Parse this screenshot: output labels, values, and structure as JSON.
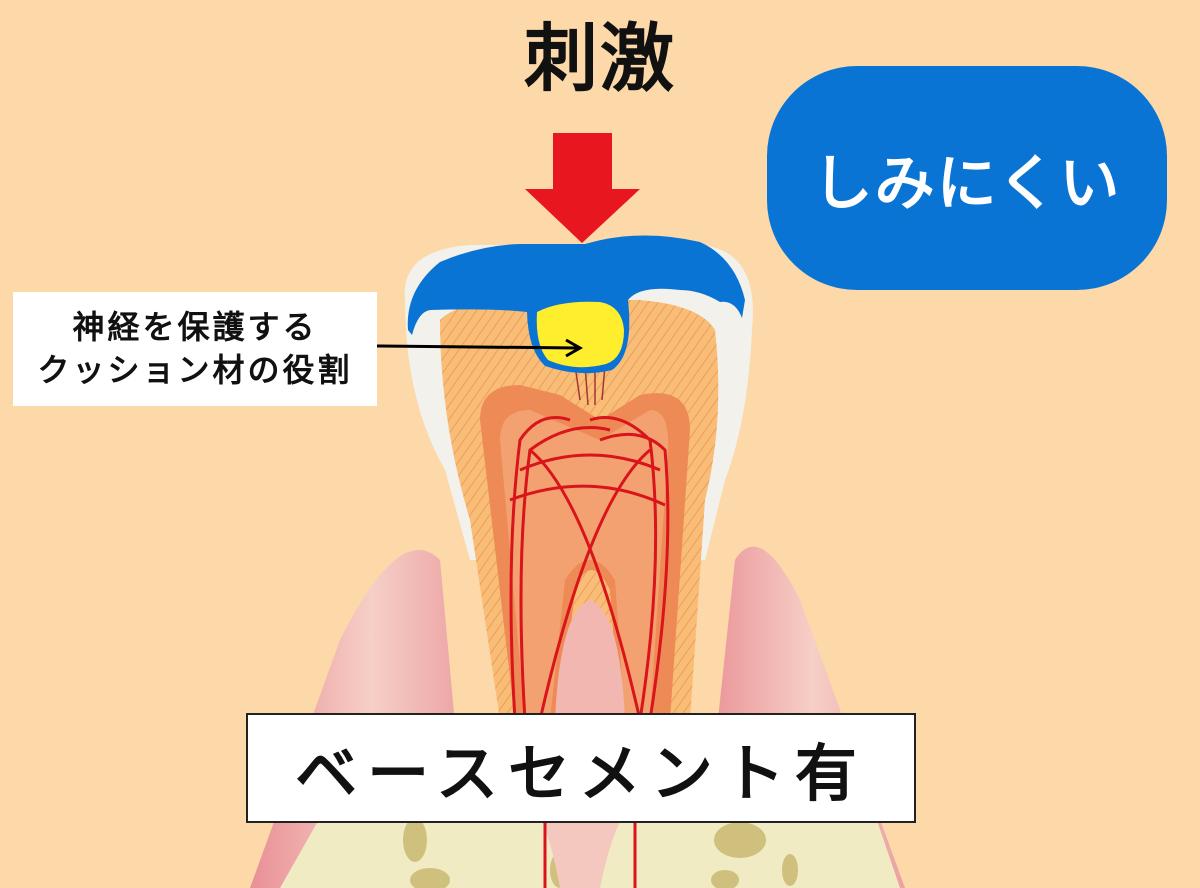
{
  "title": "刺激",
  "result_badge": {
    "label": "しみにくい",
    "color": "#0A74D4",
    "text_color": "#FFFFFF"
  },
  "callout": {
    "line1": "神経を保護する",
    "line2": "クッション材の役割"
  },
  "main_label": "ベースセメント有",
  "colors": {
    "background": "#FDD8A8",
    "arrow": "#E8161E",
    "base_cement_fill": "#FFEE2E",
    "filling_outline": "#0A74D4",
    "enamel": "#F3F1EC",
    "dentin": "#F6A86A",
    "pulp": "#EE8A55",
    "nerve_vessels": "#D9141A",
    "gum": "#EDA3A3",
    "bone": "#F1EBC4"
  },
  "icons": {
    "stimulus_arrow": "arrow-down-icon",
    "callout_arrow": "arrow-right-icon"
  }
}
